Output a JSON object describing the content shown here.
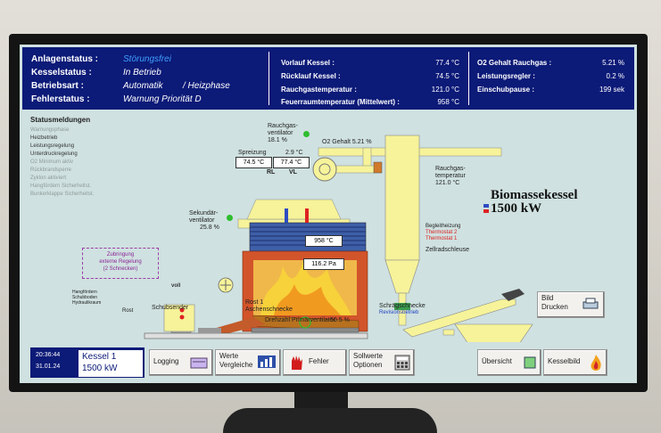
{
  "header": {
    "anlagenstatus_label": "Anlagenstatus :",
    "anlagenstatus_value": "Störungsfrei",
    "kesselstatus_label": "Kesselstatus :",
    "kesselstatus_value": "In Betrieb",
    "betriebsart_label": "Betriebsart :",
    "betriebsart_value_1": "Automatik",
    "betriebsart_value_2": "/ Heizphase",
    "fehlerstatus_label": "Fehlerstatus :",
    "fehlerstatus_value": "Warnung Priorität D",
    "measurements": [
      {
        "label": "Vorlauf Kessel :",
        "value": "77.4 °C"
      },
      {
        "label": "Rücklauf Kessel :",
        "value": "74.5 °C"
      },
      {
        "label": "Rauchgastemperatur :",
        "value": "121.0 °C"
      },
      {
        "label": "Feuerraumtemperatur (Mittelwert) :",
        "value": "958 °C"
      }
    ],
    "right_measurements": [
      {
        "label": "O2 Gehalt Rauchgas :",
        "value": "5.21 %"
      },
      {
        "label": "Leistungsregler :",
        "value": "0.2 %"
      },
      {
        "label": "Einschubpause :",
        "value": "199 sek"
      }
    ]
  },
  "status": {
    "title": "Statusmeldungen",
    "items": [
      {
        "text": "Warnungsphase",
        "active": false
      },
      {
        "text": "Heizbetrieb",
        "active": true
      },
      {
        "text": "Leistungsregelung",
        "active": true
      },
      {
        "text": "Unterdruckregelung",
        "active": true
      },
      {
        "text": "O2 Minimum aktiv",
        "active": false
      },
      {
        "text": "Rückbrandsperre",
        "active": false
      },
      {
        "text": "Zyklon aktiviert",
        "active": false
      },
      {
        "text": "Hangfördern Sicherheitst.",
        "active": false
      },
      {
        "text": "Bunkerklappe Sicherheitst.",
        "active": false
      }
    ]
  },
  "diagram": {
    "rauchgasventilator_label_1": "Rauchgas-",
    "rauchgasventilator_label_2": "ventilator",
    "rauchgasventilator_value": "18.1 %",
    "o2_label": "O2 Gehalt 5.21 %",
    "spreizung_label": "Spreizung",
    "spreizung_value": "2.9 °C",
    "ruecklauf_box": "74.5 °C",
    "vorlauf_box": "77.4 °C",
    "rl_label": "RL",
    "vl_label": "VL",
    "rauchgastemp_label_1": "Rauchgas-",
    "rauchgastemp_label_2": "temperatur",
    "rauchgastemp_value": "121.0 °C",
    "title_1": "Biomassekessel",
    "title_2": "1500 kW",
    "sekundaer_label_1": "Sekundär-",
    "sekundaer_label_2": "ventilator",
    "sekundaer_value": "25.8 %",
    "feuerraum_box": "958 °C",
    "unterdruck_box": "116.2 Pa",
    "begleitheizung": "Begleitheizung",
    "thermostat_2": "Thermostat 2",
    "thermostat_1": "Thermostat 1",
    "zellradschleuse": "Zellradschleuse",
    "zubringung_1": "Zubringung",
    "zubringung_2": "externe Regelung",
    "zubringung_3": "(2 Schnecken)",
    "voll_label": "voll",
    "schubsender": "Schubsender",
    "rost1": "Rost 1",
    "aschenschnecke": "Aschenschnecke",
    "drehzahl": "Drehzahl Primärventilator",
    "drehzahl_value": "50.5 %",
    "schraegschnecke": "Schrägschnecke",
    "revisionsbetrieb": "Revisionsbetrieb",
    "hydraulik_1": "Hangfördern",
    "hydraulik_2": "Schubboden",
    "hydraulik_3": "Hydraulikraum",
    "rost_small": "Rost",
    "bild_drucken_1": "Bild",
    "bild_drucken_2": "Drucken"
  },
  "footer": {
    "time": "20:36:44",
    "date": "31.01.24",
    "kessel_1": "Kessel 1",
    "kessel_power": "1500 kW",
    "logging": "Logging",
    "werte_1": "Werte",
    "werte_2": "Vergleiche",
    "fehler": "Fehler",
    "sollwerte_1": "Sollwerte",
    "sollwerte_2": "Optionen",
    "uebersicht": "Übersicht",
    "kesselbild": "Kesselbild"
  },
  "colors": {
    "header_bg": "#0c1a78",
    "screen_bg": "#cfe1e0",
    "fire": "#f2a11c",
    "brick": "#d2542a",
    "cyclone": "#f6f39a",
    "green_indicator": "#2ebd2e"
  }
}
